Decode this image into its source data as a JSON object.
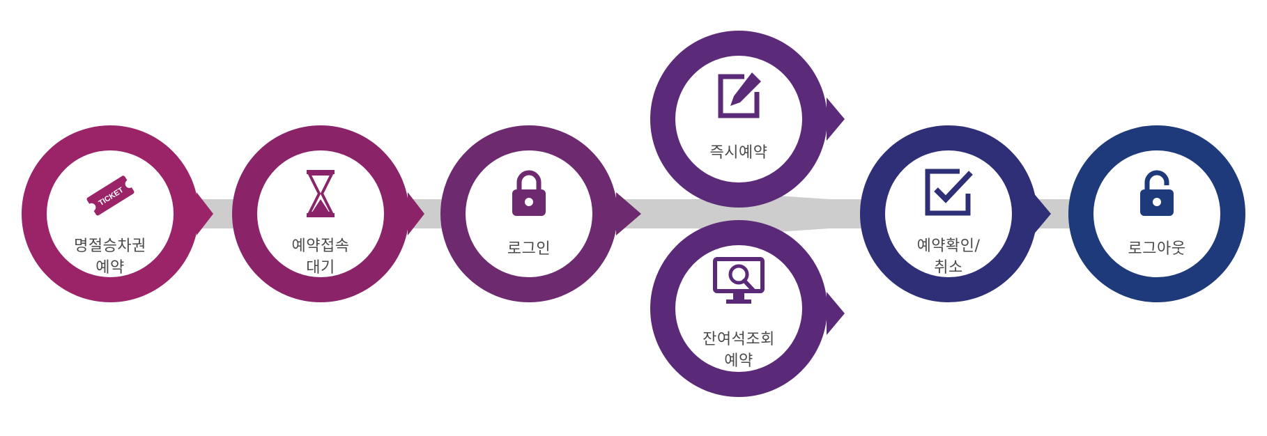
{
  "colors": {
    "connector": "#cdcdcd",
    "label_text": "#4a4a4a",
    "step_1": "#9b2468",
    "step_2": "#8b2369",
    "step_3": "#6e2a6e",
    "step_4": "#5b2a78",
    "step_5": "#5a2a78",
    "step_6": "#2f2f78",
    "step_7": "#1f3a7a"
  },
  "steps": [
    {
      "id": "ticket-reservation",
      "icon": "ticket-icon",
      "icon_text": "TICKET",
      "label_lines": [
        "명절승차권",
        "예약"
      ]
    },
    {
      "id": "queue-wait",
      "icon": "hourglass-icon",
      "label_lines": [
        "예약접속",
        "대기"
      ]
    },
    {
      "id": "login",
      "icon": "lock-icon",
      "label_lines": [
        "로그인"
      ]
    },
    {
      "id": "instant-reservation",
      "icon": "edit-icon",
      "label_lines": [
        "즉시예약"
      ]
    },
    {
      "id": "seat-inquiry",
      "icon": "monitor-search-icon",
      "label_lines": [
        "잔여석조회",
        "예약"
      ]
    },
    {
      "id": "confirm-cancel",
      "icon": "checkbox-icon",
      "label_lines": [
        "예약확인/",
        "취소"
      ]
    },
    {
      "id": "logout",
      "icon": "unlock-icon",
      "label_lines": [
        "로그아웃"
      ]
    }
  ]
}
